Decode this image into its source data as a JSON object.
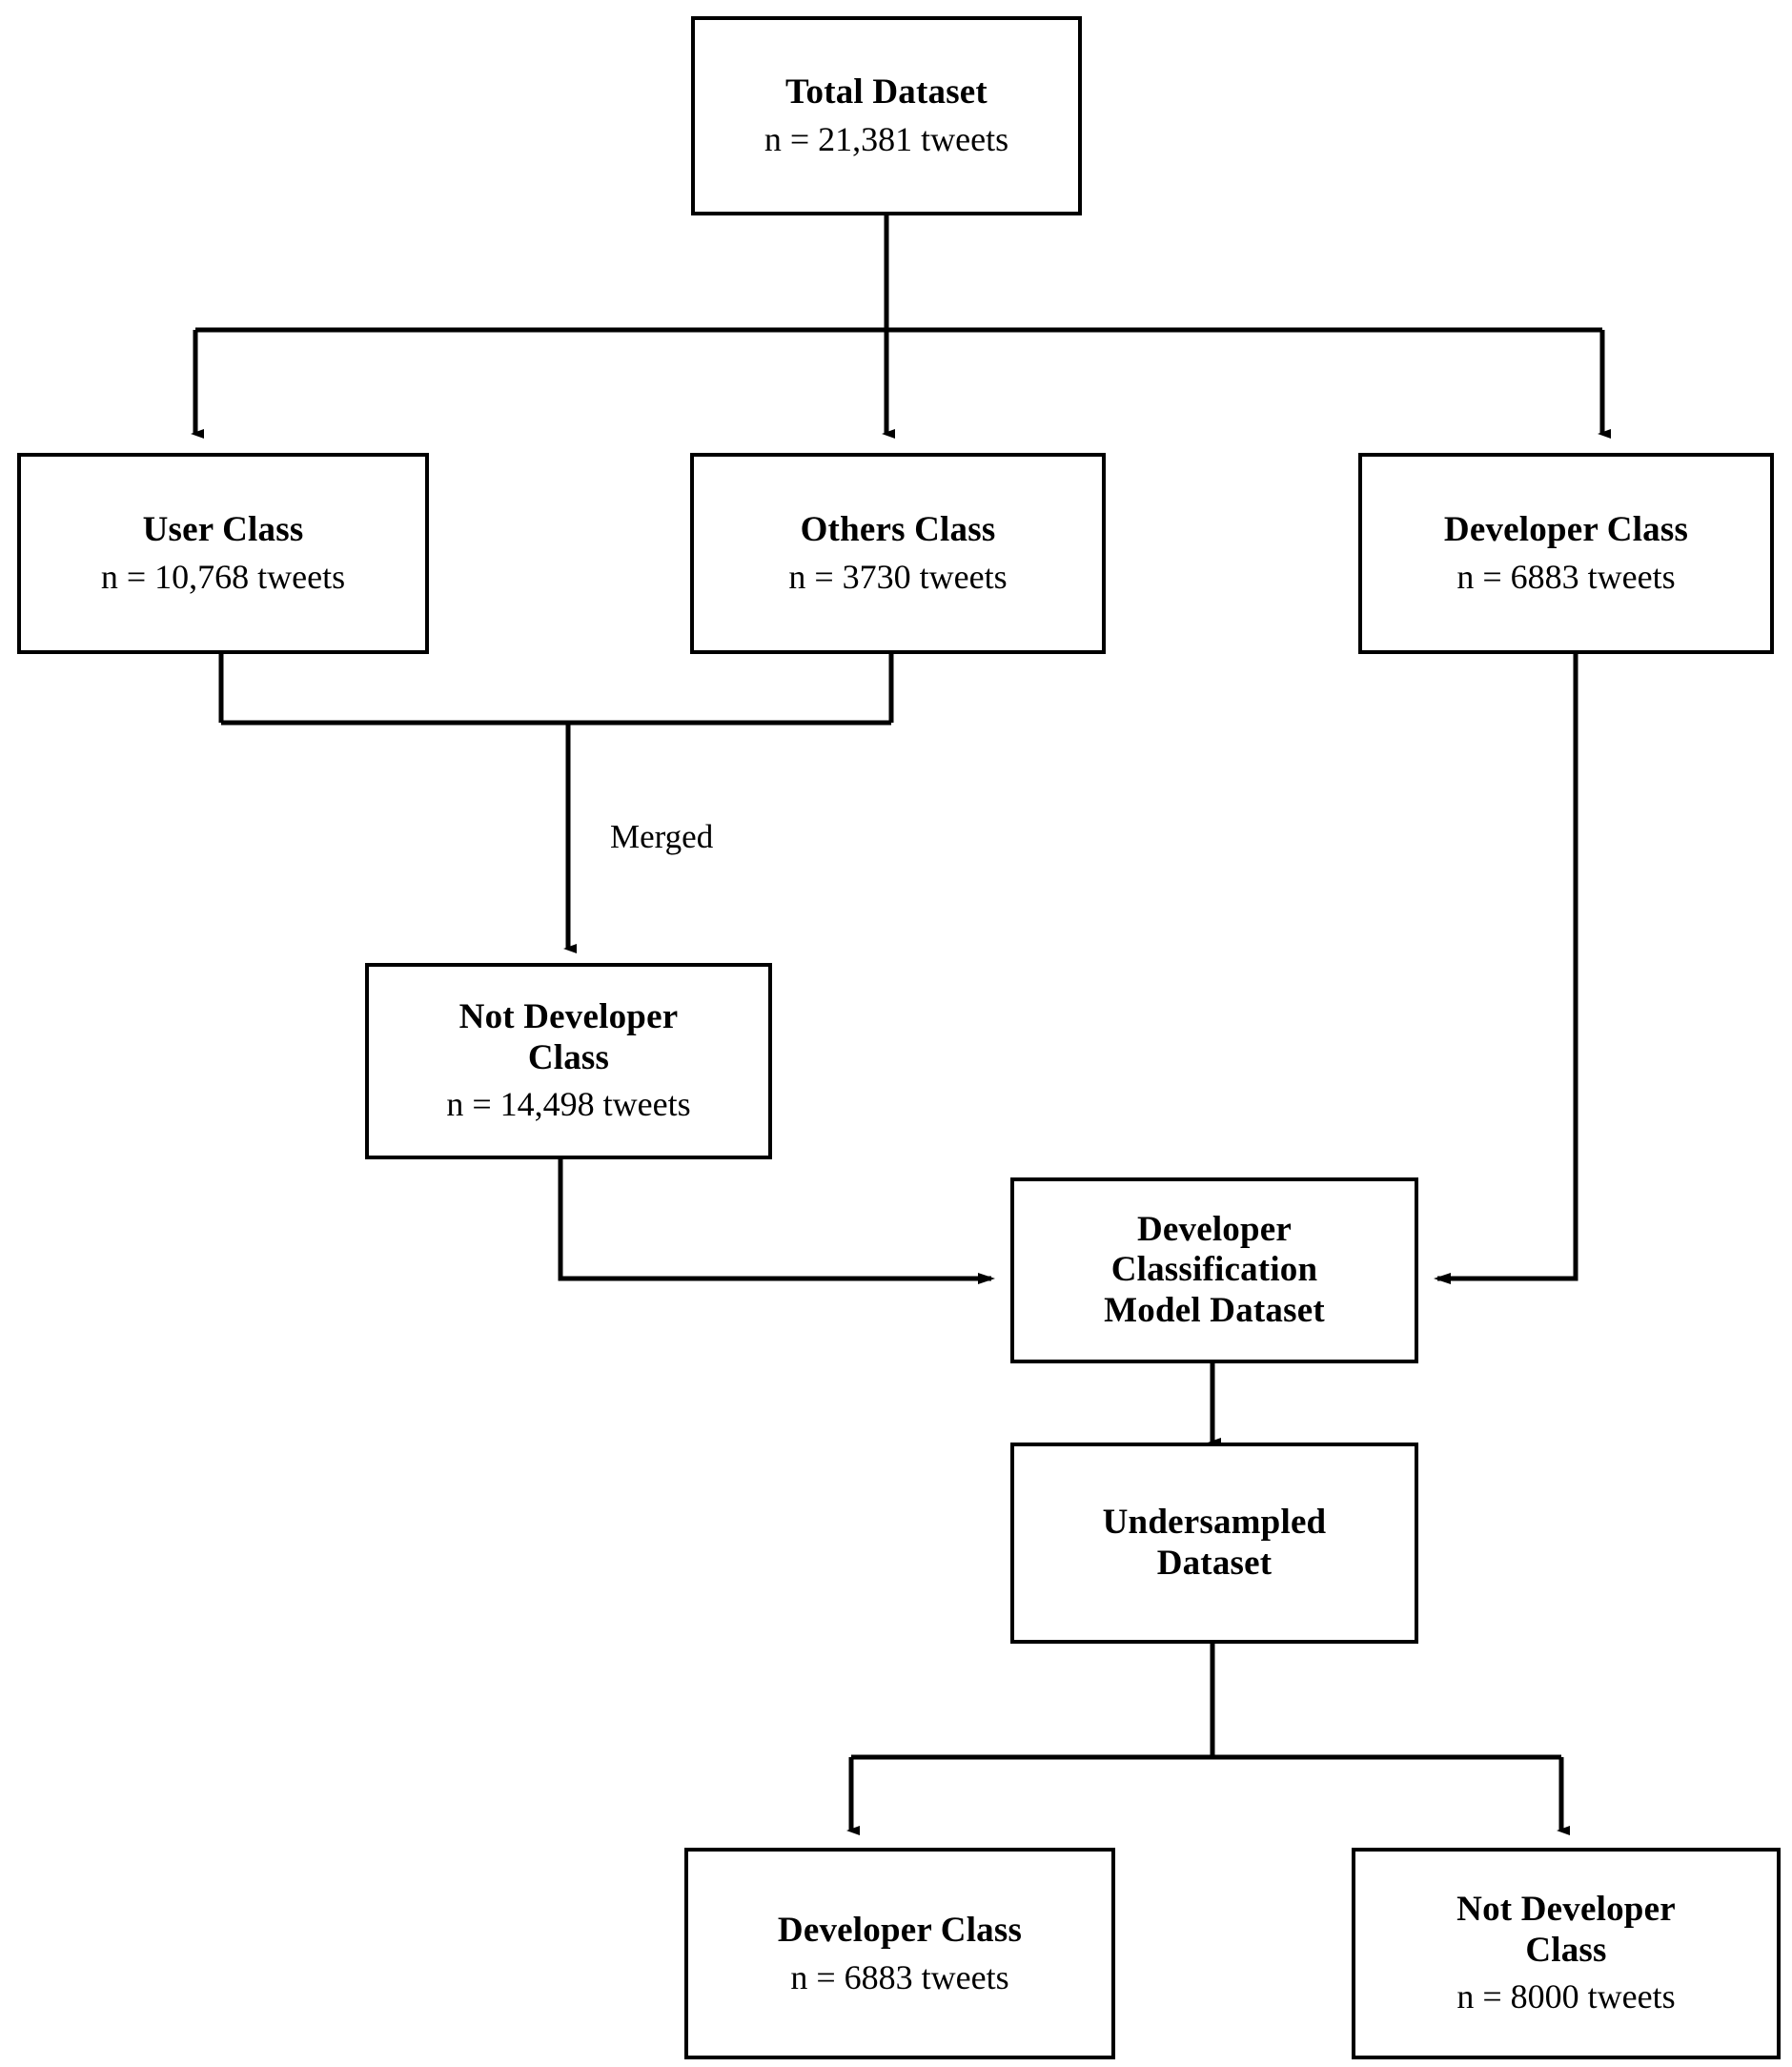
{
  "diagram": {
    "title": "Developer classification dataset flowchart",
    "line_color": "#000000",
    "box_border_color": "#000000",
    "background_color": "#ffffff",
    "nodes": {
      "total_dataset": {
        "title": "Total Dataset",
        "sub": "n = 21,381 tweets"
      },
      "user_class": {
        "title": "User  Class",
        "sub": "n = 10,768 tweets"
      },
      "others_class": {
        "title": "Others Class",
        "sub": "n = 3730 tweets"
      },
      "developer_class": {
        "title": "Developer Class",
        "sub": "n = 6883 tweets"
      },
      "not_developer_class": {
        "title": "Not Developer\nClass",
        "sub": "n = 14,498 tweets"
      },
      "model_dataset": {
        "title": "Developer\nClassification\nModel Dataset",
        "sub": ""
      },
      "undersampled_dataset": {
        "title": "Undersampled\nDataset",
        "sub": ""
      },
      "developer_class_final": {
        "title": "Developer Class",
        "sub": "n = 6883 tweets"
      },
      "not_developer_class_final": {
        "title": "Not Developer\nClass",
        "sub": "n = 8000 tweets"
      }
    },
    "edge_labels": {
      "merged": "Merged"
    }
  },
  "chart_data": {
    "type": "diagram",
    "title": "Developer classification dataset flowchart",
    "nodes": [
      {
        "id": "total_dataset",
        "label": "Total Dataset",
        "n": 21381,
        "n_text": "n = 21,381 tweets"
      },
      {
        "id": "user_class",
        "label": "User  Class",
        "n": 10768,
        "n_text": "n = 10,768 tweets"
      },
      {
        "id": "others_class",
        "label": "Others Class",
        "n": 3730,
        "n_text": "n = 3730 tweets"
      },
      {
        "id": "developer_class",
        "label": "Developer Class",
        "n": 6883,
        "n_text": "n = 6883 tweets"
      },
      {
        "id": "not_developer_class",
        "label": "Not Developer Class",
        "n": 14498,
        "n_text": "n = 14,498 tweets"
      },
      {
        "id": "model_dataset",
        "label": "Developer Classification Model Dataset",
        "n": null,
        "n_text": ""
      },
      {
        "id": "undersampled_dataset",
        "label": "Undersampled Dataset",
        "n": null,
        "n_text": ""
      },
      {
        "id": "developer_class_final",
        "label": "Developer Class",
        "n": 6883,
        "n_text": "n = 6883 tweets"
      },
      {
        "id": "not_developer_class_final",
        "label": "Not Developer Class",
        "n": 8000,
        "n_text": "n = 8000 tweets"
      }
    ],
    "edges": [
      {
        "from": "total_dataset",
        "to": "user_class",
        "label": ""
      },
      {
        "from": "total_dataset",
        "to": "others_class",
        "label": ""
      },
      {
        "from": "total_dataset",
        "to": "developer_class",
        "label": ""
      },
      {
        "from": "user_class",
        "to": "not_developer_class",
        "label": "Merged"
      },
      {
        "from": "others_class",
        "to": "not_developer_class",
        "label": "Merged"
      },
      {
        "from": "not_developer_class",
        "to": "model_dataset",
        "label": ""
      },
      {
        "from": "developer_class",
        "to": "model_dataset",
        "label": ""
      },
      {
        "from": "model_dataset",
        "to": "undersampled_dataset",
        "label": ""
      },
      {
        "from": "undersampled_dataset",
        "to": "developer_class_final",
        "label": ""
      },
      {
        "from": "undersampled_dataset",
        "to": "not_developer_class_final",
        "label": ""
      }
    ]
  }
}
